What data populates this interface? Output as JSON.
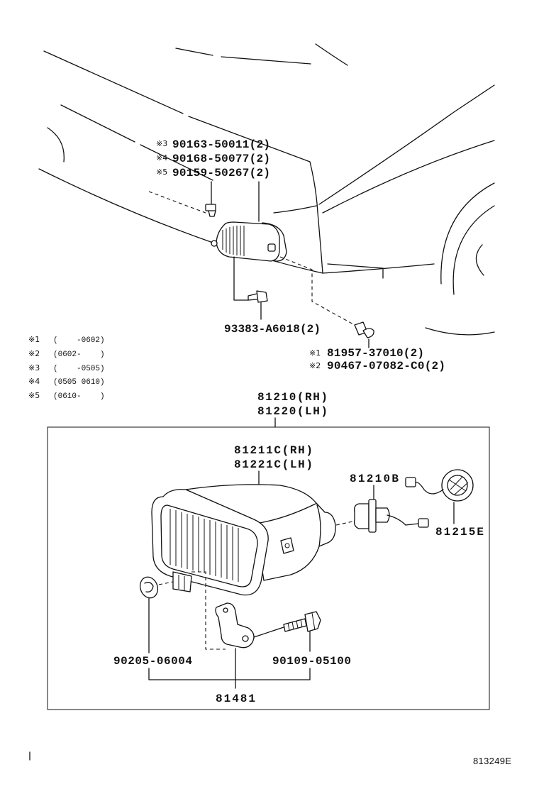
{
  "top_callouts": [
    {
      "marker": "※3",
      "part": "90163-50011(2)"
    },
    {
      "marker": "※4",
      "part": "90168-50077(2)"
    },
    {
      "marker": "※5",
      "part": "90159-50267(2)"
    }
  ],
  "lamp_bolt": {
    "part": "93383-A6018(2)"
  },
  "clip_callouts": [
    {
      "marker": "※1",
      "part": "81957-37010(2)"
    },
    {
      "marker": "※2",
      "part": "90467-07082-C0(2)"
    }
  ],
  "legend": [
    {
      "marker": "※1",
      "range": "(    -0602)"
    },
    {
      "marker": "※2",
      "range": "(0602-    )"
    },
    {
      "marker": "※3",
      "range": "(    -0505)"
    },
    {
      "marker": "※4",
      "range": "(0505 0610)"
    },
    {
      "marker": "※5",
      "range": "(0610-    )"
    }
  ],
  "assembly": {
    "rh": "81210(RH)",
    "lh": "81220(LH)"
  },
  "housing": {
    "rh": "81211C(RH)",
    "lh": "81221C(LH)"
  },
  "bulb": "81210B",
  "socket": "81215E",
  "clip": "90205-06004",
  "screw": "90109-05100",
  "bracket": "81481",
  "illustration_id": "813249E"
}
